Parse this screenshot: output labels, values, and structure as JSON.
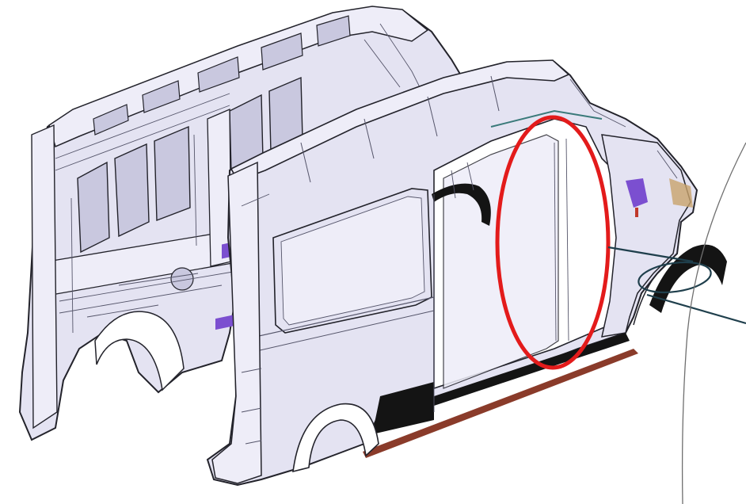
{
  "figure": {
    "subject": "van-body-side-structure",
    "colors": {
      "background": "#ffffff",
      "panel_fill": "#e4e3f2",
      "panel_fill_light": "#eeedf8",
      "panel_fill_dark": "#c9c8df",
      "outline": "#23232b",
      "detail_line": "#55556a",
      "accent_purple": "#7b4fd0",
      "black_trim": "#141414",
      "highlight_ellipse": "#e31b1b",
      "callout_line": "#1f3f4c",
      "reference_arc": "#6f6f6f",
      "rust_strip": "#8a3b2a",
      "tan_part": "#c8a26b"
    },
    "callouts": [
      {
        "name": "highlight-ellipse",
        "target": "b-pillar",
        "color": "highlight_ellipse"
      },
      {
        "name": "callout-leader",
        "target": "rear-wheel-arch",
        "color": "callout_line"
      }
    ]
  }
}
